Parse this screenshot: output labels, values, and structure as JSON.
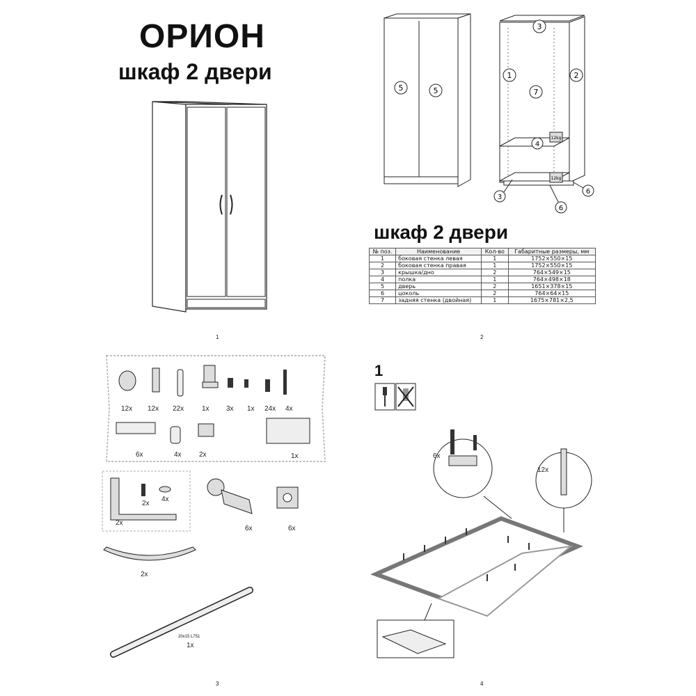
{
  "page1": {
    "title": "ОРИОН",
    "subtitle": "шкаф 2 двери",
    "page_number": "1"
  },
  "page2": {
    "diagram_labels": {
      "door_left": "5",
      "door_right": "5",
      "top": "3",
      "left_side": "1",
      "right_side": "2",
      "back": "7",
      "shelf": "4",
      "bottom": "3",
      "plinth_front": "6",
      "plinth_side": "6",
      "weight_shelf": "12kg",
      "weight_bottom": "12kg"
    },
    "table_title": "шкаф 2 двери",
    "table": {
      "headers": [
        "№ поз.",
        "Наименование",
        "Кол-во",
        "Габаритные размеры, мм"
      ],
      "rows": [
        [
          "1",
          "боковая стенка левая",
          "1",
          "1752×550×15"
        ],
        [
          "2",
          "боковая стенка правая",
          "1",
          "1752×550×15"
        ],
        [
          "3",
          "крышка/дно",
          "2",
          "764×549×15"
        ],
        [
          "4",
          "полка",
          "1",
          "764×498×18"
        ],
        [
          "5",
          "дверь",
          "2",
          "1651×378×15"
        ],
        [
          "6",
          "цоколь",
          "2",
          "764×64×15"
        ],
        [
          "7",
          "задняя стенка (двойная)",
          "1",
          "1675×781×2,5"
        ]
      ]
    },
    "page_number": "2"
  },
  "page3": {
    "hardware": [
      {
        "qty": "12x"
      },
      {
        "qty": "12x"
      },
      {
        "qty": "22x"
      },
      {
        "qty": "1x"
      },
      {
        "qty": "3x"
      },
      {
        "qty": "1x"
      },
      {
        "qty": "24x"
      },
      {
        "qty": "4x"
      }
    ],
    "hardware_row2": [
      {
        "qty": "6x"
      },
      {
        "qty": "4x"
      },
      {
        "qty": "2x"
      },
      {
        "qty": "1x"
      }
    ],
    "bracket_set": {
      "qty_a": "2x",
      "qty_b": "4x",
      "qty_c": "2x"
    },
    "hinges": {
      "qty_a": "6x",
      "qty_b": "6x"
    },
    "handle_qty": "2x",
    "rod": {
      "spec": "20x15 L751",
      "qty": "1x"
    },
    "page_number": "3"
  },
  "page4": {
    "step": "1",
    "callout_left_qty": "6x",
    "callout_right_qty": "12x",
    "page_number": "4"
  }
}
